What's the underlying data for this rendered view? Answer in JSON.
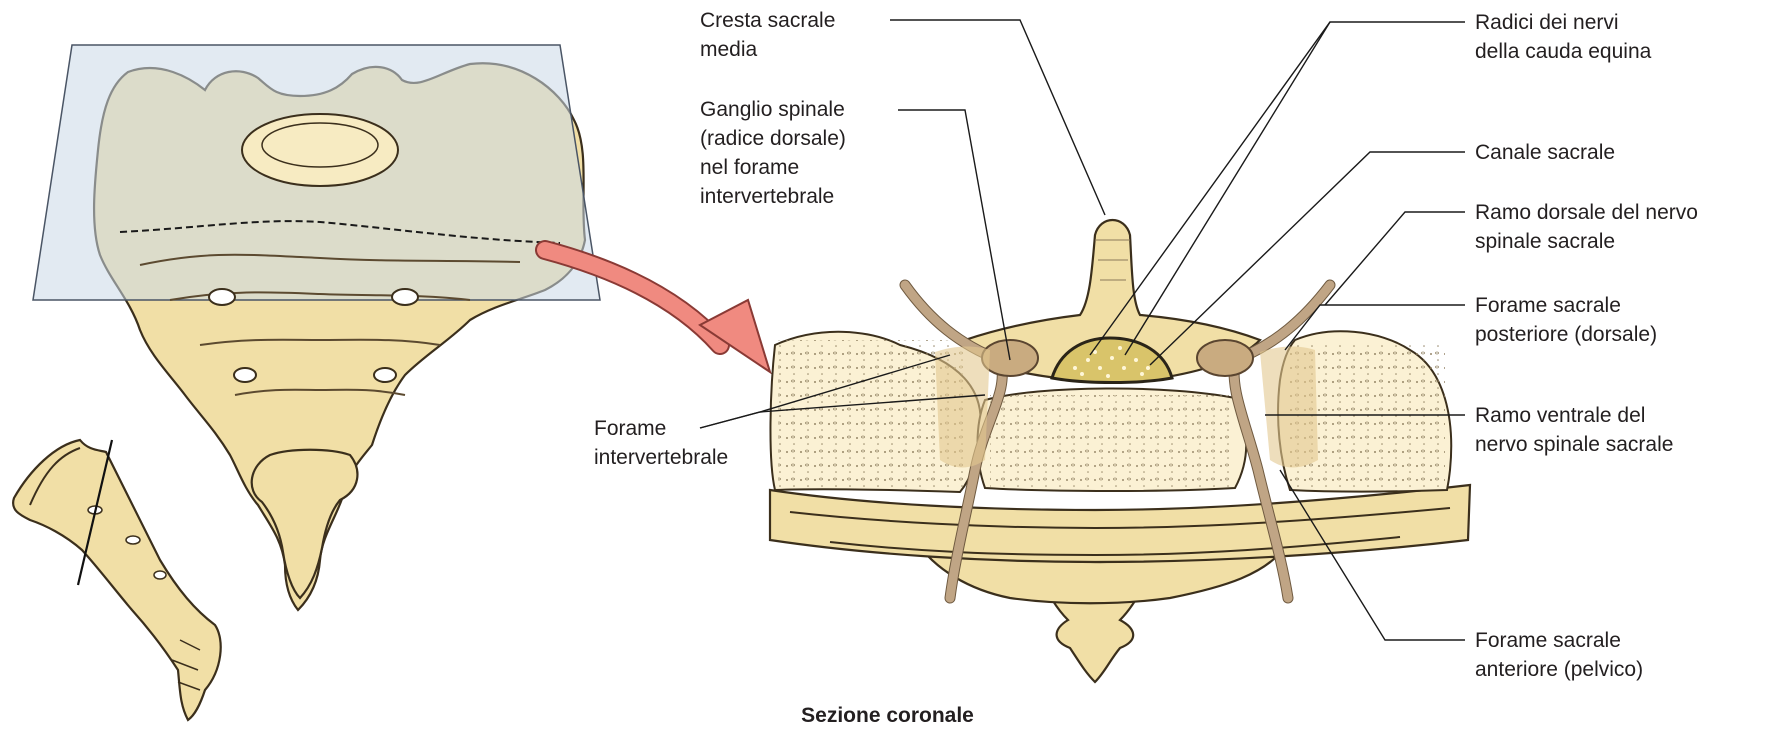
{
  "diagram": {
    "caption": "Sezione coronale",
    "labels": {
      "cresta": "Cresta sacrale\nmedia",
      "ganglio": "Ganglio spinale\n(radice dorsale)\nnel forame\nintervertebrale",
      "forame_interv": "Forame\nintervertebrale",
      "radici": "Radici dei nervi\ndella cauda equina",
      "canale": "Canale sacrale",
      "ramo_dorsale": "Ramo dorsale del nervo\nspinale sacrale",
      "forame_post": "Forame sacrale\nposteriore (dorsale)",
      "ramo_ventrale": "Ramo ventrale del\nnervo spinale sacrale",
      "forame_ant": "Forame sacrale\nanteriore (pelvico)"
    },
    "colors": {
      "bone": "#f1dfa6",
      "nerve": "#c0a585",
      "plane": "#cbd8e8",
      "arrow": "#f08a80",
      "outline": "#3b2f1c"
    }
  }
}
